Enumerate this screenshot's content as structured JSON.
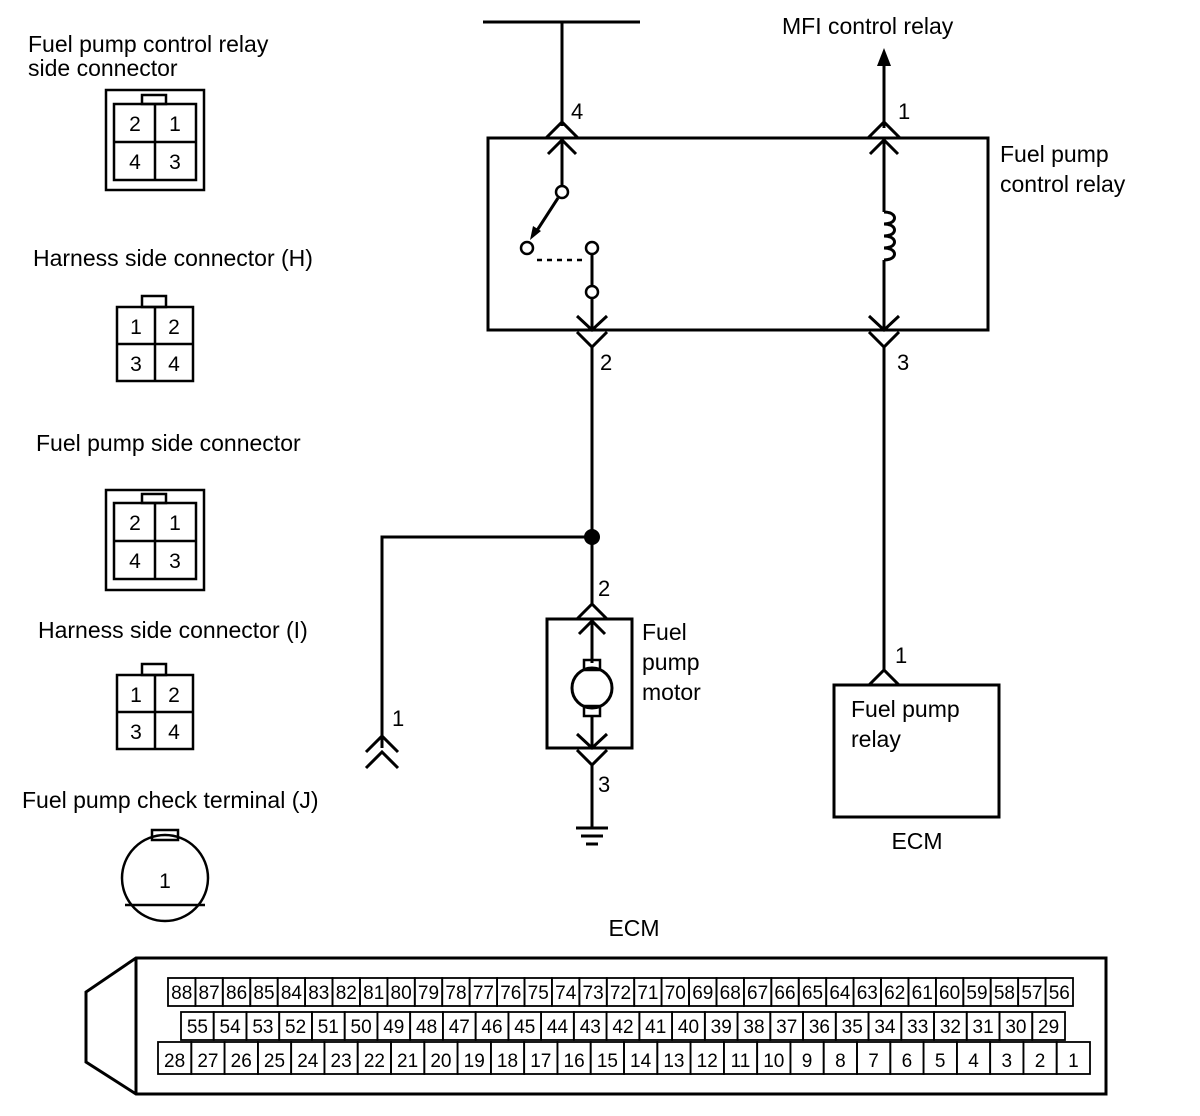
{
  "connectors": {
    "relay_side": {
      "title_line1": "Fuel pump control relay",
      "title_line2": "side connector",
      "pins": [
        "2",
        "1",
        "4",
        "3"
      ]
    },
    "harness_h": {
      "title": "Harness side connector (H)",
      "pins": [
        "1",
        "2",
        "3",
        "4"
      ]
    },
    "pump_side": {
      "title": "Fuel pump side connector",
      "pins": [
        "2",
        "1",
        "4",
        "3"
      ]
    },
    "harness_i": {
      "title": "Harness side connector (I)",
      "pins": [
        "1",
        "2",
        "3",
        "4"
      ]
    },
    "check_terminal": {
      "title": "Fuel pump check terminal (J)",
      "pin": "1"
    }
  },
  "schematic": {
    "mfi_label": "MFI control relay",
    "relay_label_line1": "Fuel pump",
    "relay_label_line2": "control relay",
    "relay_pin_top_left": "4",
    "relay_pin_top_right": "1",
    "relay_pin_bottom_left": "2",
    "relay_pin_bottom_right": "3",
    "motor_pin_top": "2",
    "motor_pin_bottom": "3",
    "motor_label_line1": "Fuel",
    "motor_label_line2": "pump",
    "motor_label_line3": "motor",
    "check_pin": "1",
    "ecm_pin": "1",
    "ecm_relay_line1": "Fuel pump",
    "ecm_relay_line2": "relay",
    "ecm_label": "ECM"
  },
  "ecm_connector": {
    "title": "ECM",
    "row1": [
      "88",
      "87",
      "86",
      "85",
      "84",
      "83",
      "82",
      "81",
      "80",
      "79",
      "78",
      "77",
      "76",
      "75",
      "74",
      "73",
      "72",
      "71",
      "70",
      "69",
      "68",
      "67",
      "66",
      "65",
      "64",
      "63",
      "62",
      "61",
      "60",
      "59",
      "58",
      "57",
      "56"
    ],
    "row2": [
      "55",
      "54",
      "53",
      "52",
      "51",
      "50",
      "49",
      "48",
      "47",
      "46",
      "45",
      "44",
      "43",
      "42",
      "41",
      "40",
      "39",
      "38",
      "37",
      "36",
      "35",
      "34",
      "33",
      "32",
      "31",
      "30",
      "29"
    ],
    "row3": [
      "28",
      "27",
      "26",
      "25",
      "24",
      "23",
      "22",
      "21",
      "20",
      "19",
      "18",
      "17",
      "16",
      "15",
      "14",
      "13",
      "12",
      "11",
      "10",
      "9",
      "8",
      "7",
      "6",
      "5",
      "4",
      "3",
      "2",
      "1"
    ]
  }
}
